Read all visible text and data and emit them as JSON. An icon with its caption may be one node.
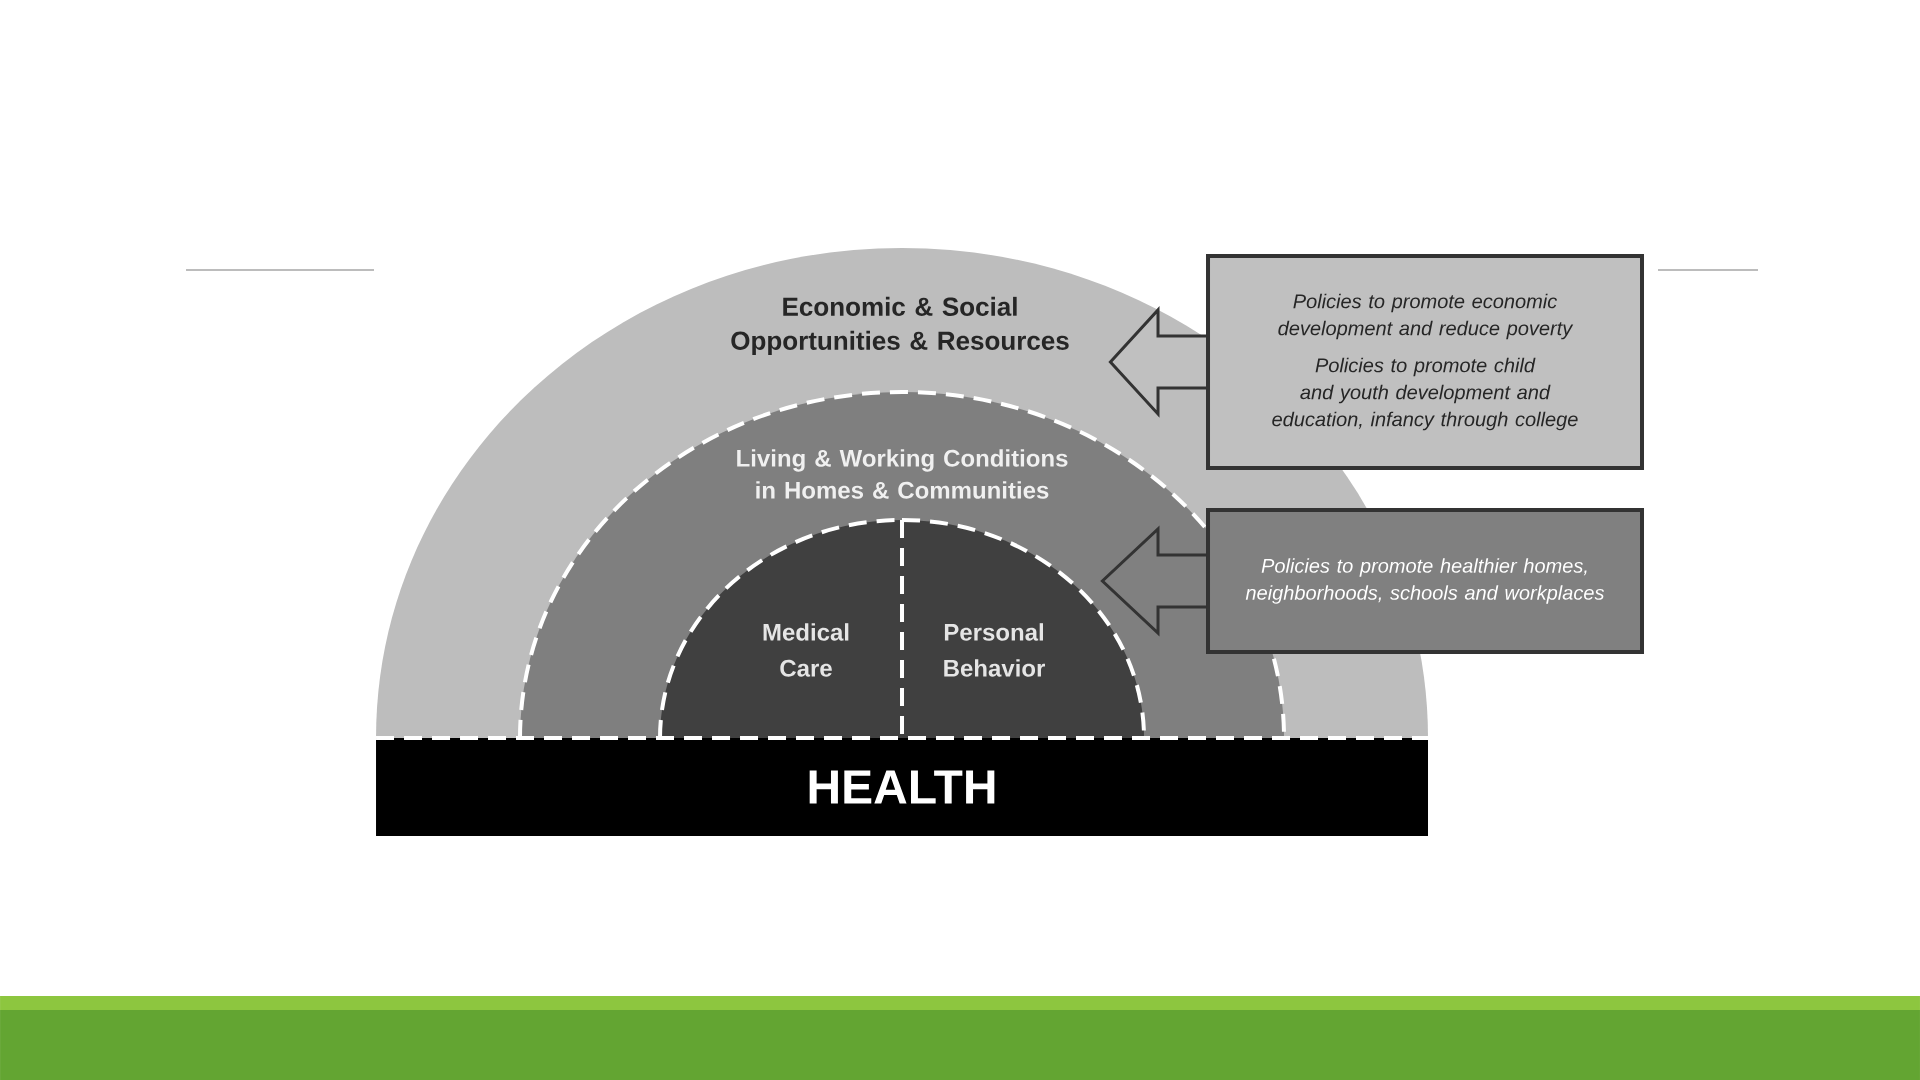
{
  "diagram": {
    "nodes": [
      {
        "text": [
          "Economic & Social Opportunities & Resources"
        ]
      },
      {
        "text": [
          "Living & Working Conditions in Homes & Communities"
        ],
        "in": 0
      },
      {
        "text": [
          "Medical Care"
        ],
        "in": 1
      },
      {
        "text": [
          "Personal Behavior"
        ],
        "in": 1
      },
      {
        "text": [
          "HEALTH"
        ]
      },
      {
        "text": [
          "Policies to promote economic development and reduce poverty",
          "Policies to promote child and youth development and education, infancy through college"
        ]
      },
      {
        "text": [
          "Policies to promote healthier homes, neighborhoods, schools and workplaces"
        ]
      }
    ],
    "edges": [
      {
        "from": 5,
        "to": 0,
        "arrow": "to"
      },
      {
        "from": 6,
        "to": 1,
        "arrow": "to"
      }
    ]
  }
}
